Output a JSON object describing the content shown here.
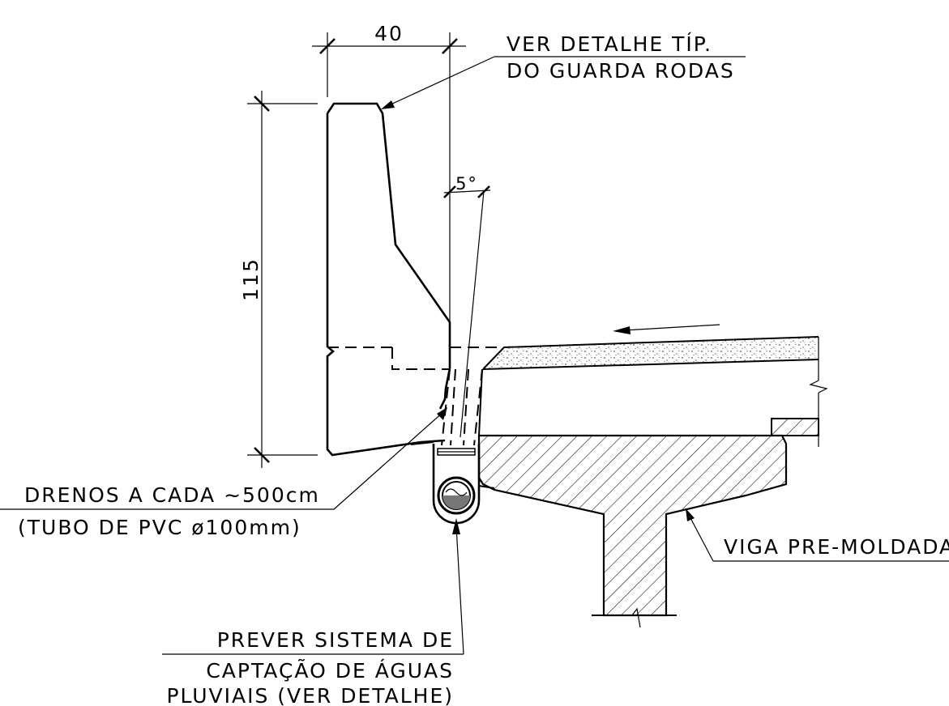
{
  "dimensions": {
    "width_label": "40",
    "height_label": "115",
    "angle_label": "5°"
  },
  "labels": {
    "guard_rail_ref_line1": "VER DETALHE TÍP.",
    "guard_rail_ref_line2": "DO GUARDA RODAS",
    "drains_line1": "DRENOS A CADA ~500cm",
    "drains_line2": "(TUBO DE PVC ø100mm)",
    "beam": "VIGA PRE-MOLDADA",
    "rain_line1": "PREVER SISTEMA DE",
    "rain_line2": "CAPTAÇÃO DE ÁGUAS",
    "rain_line3": "PLUVIAIS (VER DETALHE)"
  }
}
